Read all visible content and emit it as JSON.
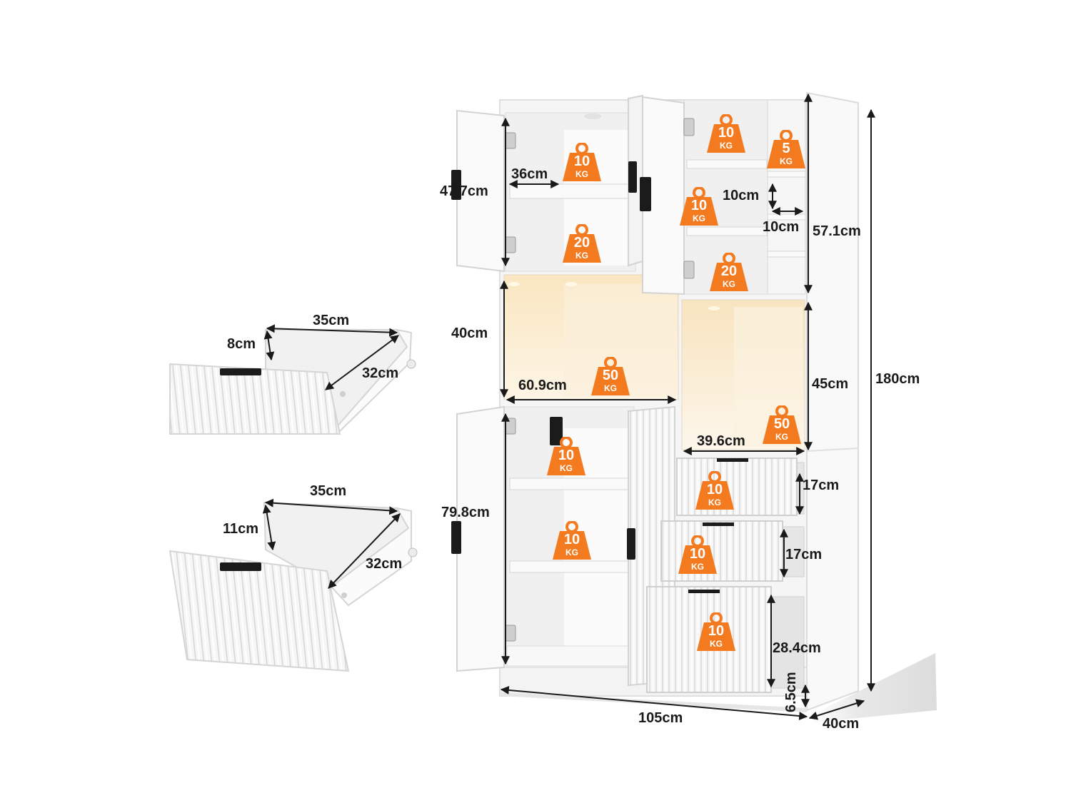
{
  "colors": {
    "accent_orange": "#f47a1f",
    "cabinet_white": "#f7f7f7",
    "cabinet_edge": "#d9d9d9",
    "led_glow": "#fbefd8",
    "handle_black": "#1b1b1b",
    "dimension_line": "#1a1a1a"
  },
  "weight_unit": "KG",
  "weight_badges": [
    {
      "id": "upper-left-top",
      "value": "10"
    },
    {
      "id": "upper-left-bottom",
      "value": "20"
    },
    {
      "id": "upper-right-top",
      "value": "10"
    },
    {
      "id": "upper-right-side",
      "value": "5"
    },
    {
      "id": "upper-right-middle",
      "value": "10"
    },
    {
      "id": "upper-right-bottom",
      "value": "20"
    },
    {
      "id": "led-left",
      "value": "50"
    },
    {
      "id": "led-right",
      "value": "50"
    },
    {
      "id": "lower-left-top",
      "value": "10"
    },
    {
      "id": "lower-left-middle",
      "value": "10"
    },
    {
      "id": "drawer-1",
      "value": "10"
    },
    {
      "id": "drawer-2",
      "value": "10"
    },
    {
      "id": "drawer-3",
      "value": "10"
    }
  ],
  "dimensions": {
    "upper_shelf_width": "36cm",
    "upper_left_height": "47.7cm",
    "small_cubby_height": "10cm",
    "small_cubby_width": "10cm",
    "upper_right_height": "57.1cm",
    "led_left_height": "40cm",
    "led_left_width": "60.9cm",
    "led_right_height": "45cm",
    "led_right_width": "39.6cm",
    "total_height": "180cm",
    "lower_left_height": "79.8cm",
    "drawer_1_height": "17cm",
    "drawer_2_height": "17cm",
    "drawer_3_height": "28.4cm",
    "base_height": "6.5cm",
    "total_width": "105cm",
    "total_depth": "40cm"
  },
  "small_drawer": {
    "width": "35cm",
    "height": "8cm",
    "depth": "32cm"
  },
  "large_drawer": {
    "width": "35cm",
    "height": "11cm",
    "depth": "32cm"
  },
  "icons": [
    "hinge-icon",
    "led-spotlight-icon",
    "weight-icon",
    "bar-handle-icon",
    "drawer-slide-icon"
  ]
}
